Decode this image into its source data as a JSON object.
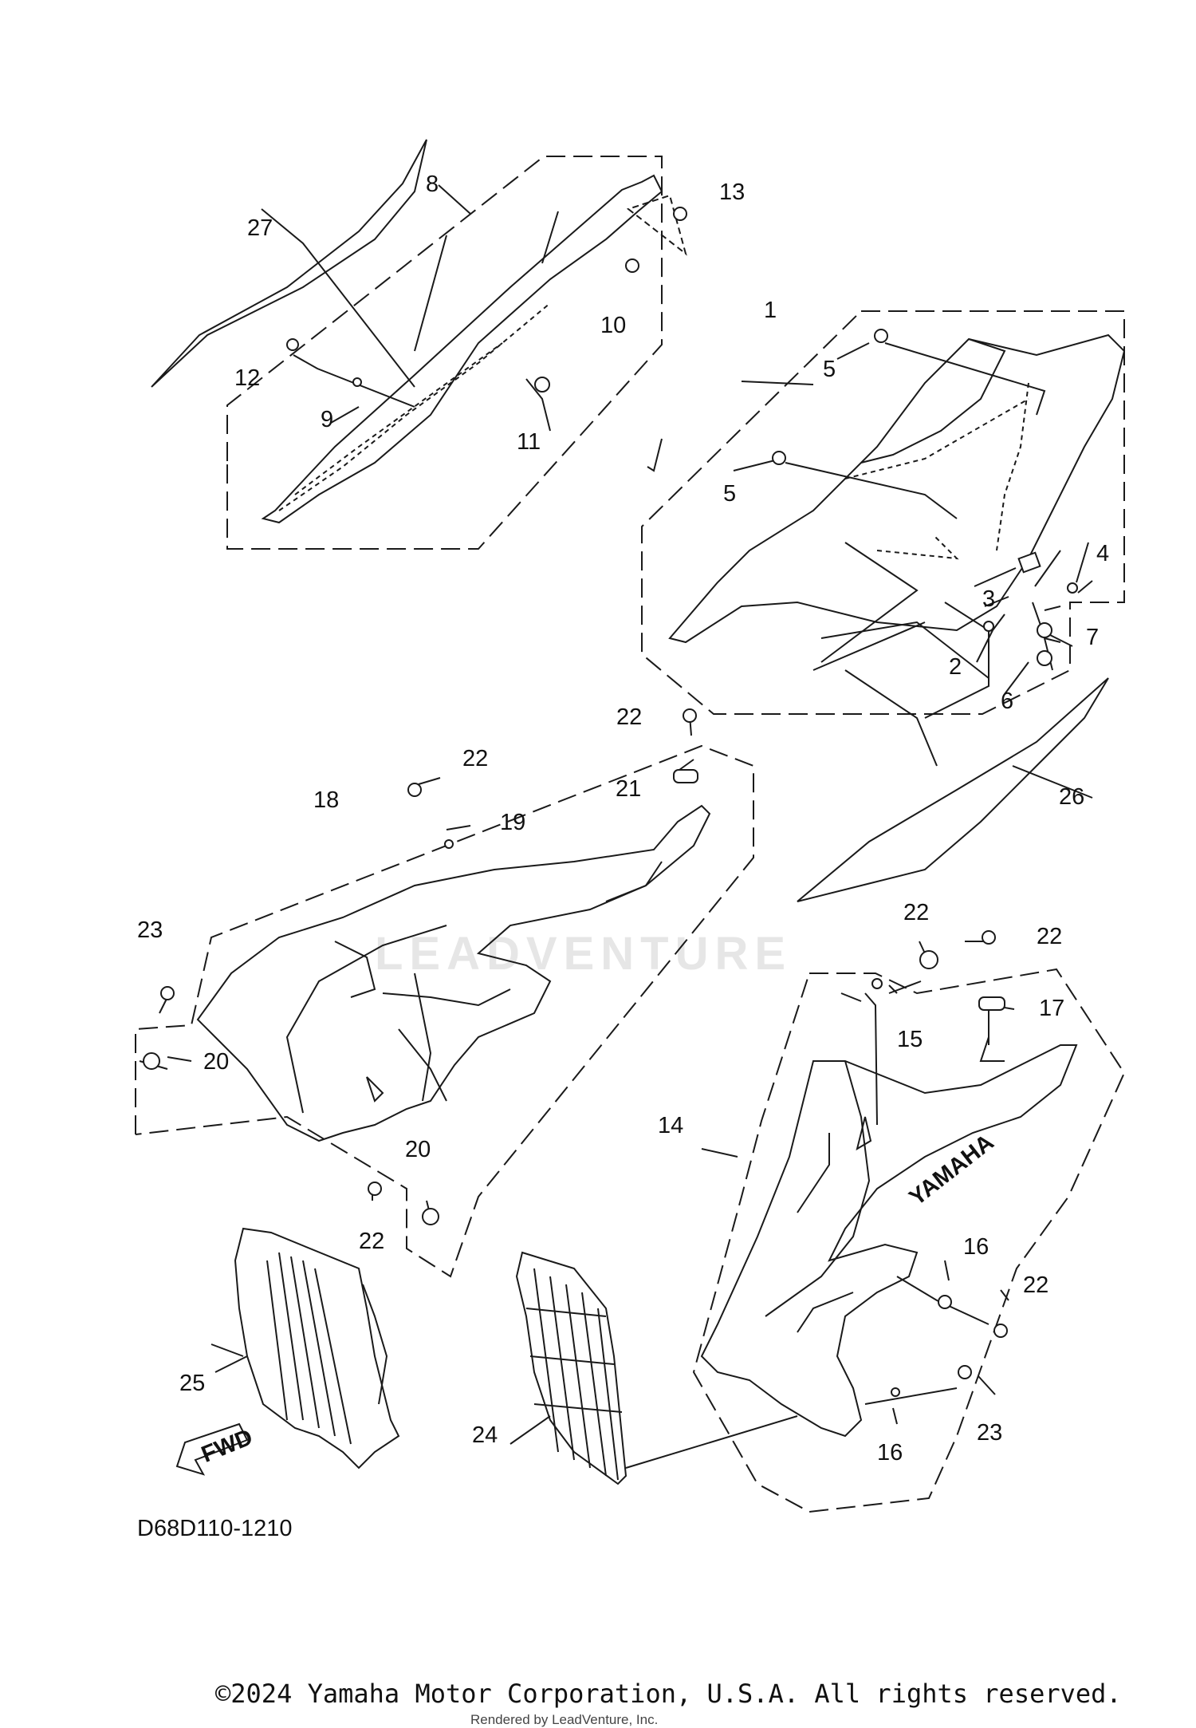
{
  "diagram": {
    "labels": [
      "1",
      "2",
      "3",
      "4",
      "5",
      "5",
      "6",
      "7",
      "8",
      "9",
      "10",
      "11",
      "12",
      "13",
      "14",
      "15",
      "16",
      "16",
      "17",
      "18",
      "19",
      "20",
      "20",
      "21",
      "22",
      "22",
      "22",
      "22",
      "22",
      "22",
      "23",
      "23",
      "24",
      "25",
      "26",
      "27"
    ],
    "diagram_code": "D68D110-1210",
    "fwd_label": "FWD",
    "emblem_text": "YAMAHA",
    "watermark": "LEADVENTURE"
  },
  "footer": {
    "copyright": "©2024 Yamaha Motor Corporation, U.S.A. All rights reserved.",
    "rendered_by": "Rendered by LeadVenture, Inc."
  },
  "colors": {
    "line": "#1a1a1a",
    "text": "#111111",
    "watermark": "#e6e6e6"
  }
}
